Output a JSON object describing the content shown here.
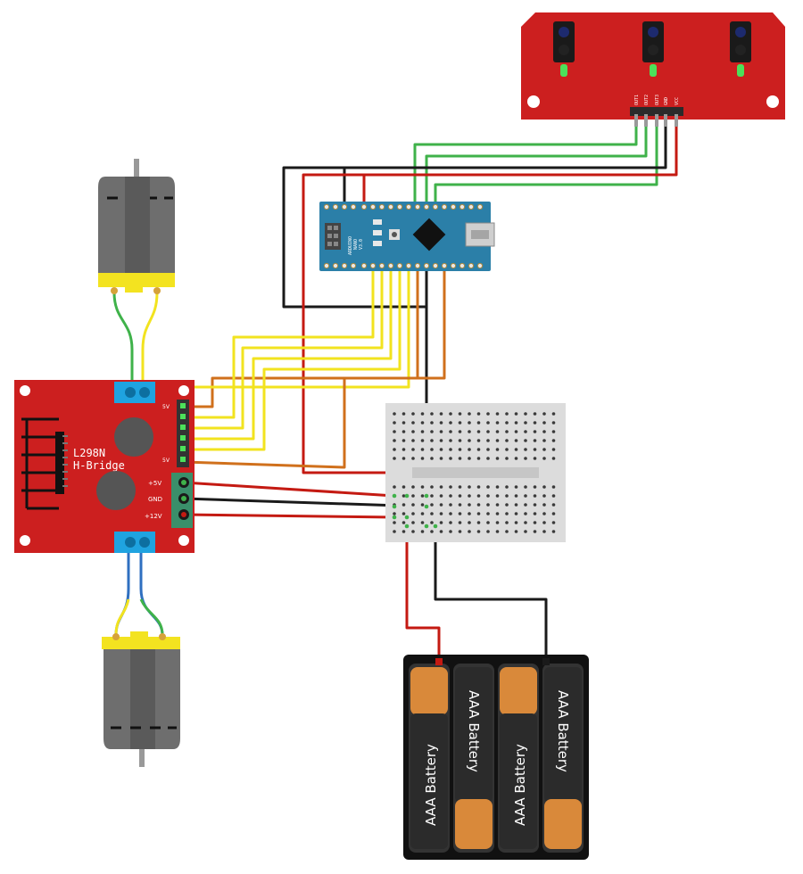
{
  "hbridge": {
    "name_line1": "L298N",
    "name_line2": "H-Bridge",
    "label_5v": "+5V",
    "label_gnd": "GND",
    "label_12v": "+12V",
    "label_5v_top": "5V",
    "label_5v_bottom": "5V"
  },
  "nano": {
    "brand": "ARDUINO",
    "model": "NANO",
    "version": "V3.0"
  },
  "sensor": {
    "pins": [
      "OUT1",
      "OUT2",
      "OUT3",
      "GND",
      "VCC"
    ]
  },
  "batteries": {
    "labels": [
      "AAA Battery",
      "AAA Battery",
      "AAA Battery",
      "AAA Battery"
    ]
  },
  "colors": {
    "board_red": "#cc1f1f",
    "nano_blue": "#2b7fa8",
    "wire_red": "#c41a12",
    "wire_black": "#1a1a1a",
    "wire_green": "#3fb24a",
    "wire_yellow": "#f2e31f",
    "wire_orange": "#d0701c",
    "wire_blue": "#2f6fc0",
    "motor_grey": "#6e6e6e",
    "motor_yellow": "#f3e320",
    "battery_copper": "#d9893a",
    "breadboard": "#dcdcdc"
  }
}
